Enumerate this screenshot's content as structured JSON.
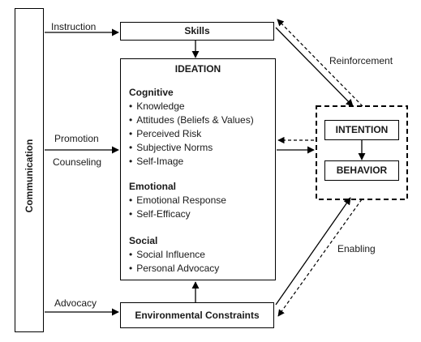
{
  "diagram": {
    "communication": "Communication",
    "skills": "Skills",
    "ideation": {
      "title": "IDEATION",
      "cognitive": {
        "heading": "Cognitive",
        "items": [
          "Knowledge",
          "Attitudes (Beliefs & Values)",
          "Perceived Risk",
          "Subjective Norms",
          "Self-Image"
        ]
      },
      "emotional": {
        "heading": "Emotional",
        "items": [
          "Emotional Response",
          "Self-Efficacy"
        ]
      },
      "social": {
        "heading": "Social",
        "items": [
          "Social Influence",
          "Personal Advocacy"
        ]
      }
    },
    "intention": "INTENTION",
    "behavior": "BEHAVIOR",
    "environmental": "Environmental Constraints",
    "labels": {
      "instruction": "Instruction",
      "promotion": "Promotion",
      "counseling": "Counseling",
      "advocacy": "Advocacy",
      "reinforcement": "Reinforcement",
      "enabling": "Enabling"
    }
  }
}
